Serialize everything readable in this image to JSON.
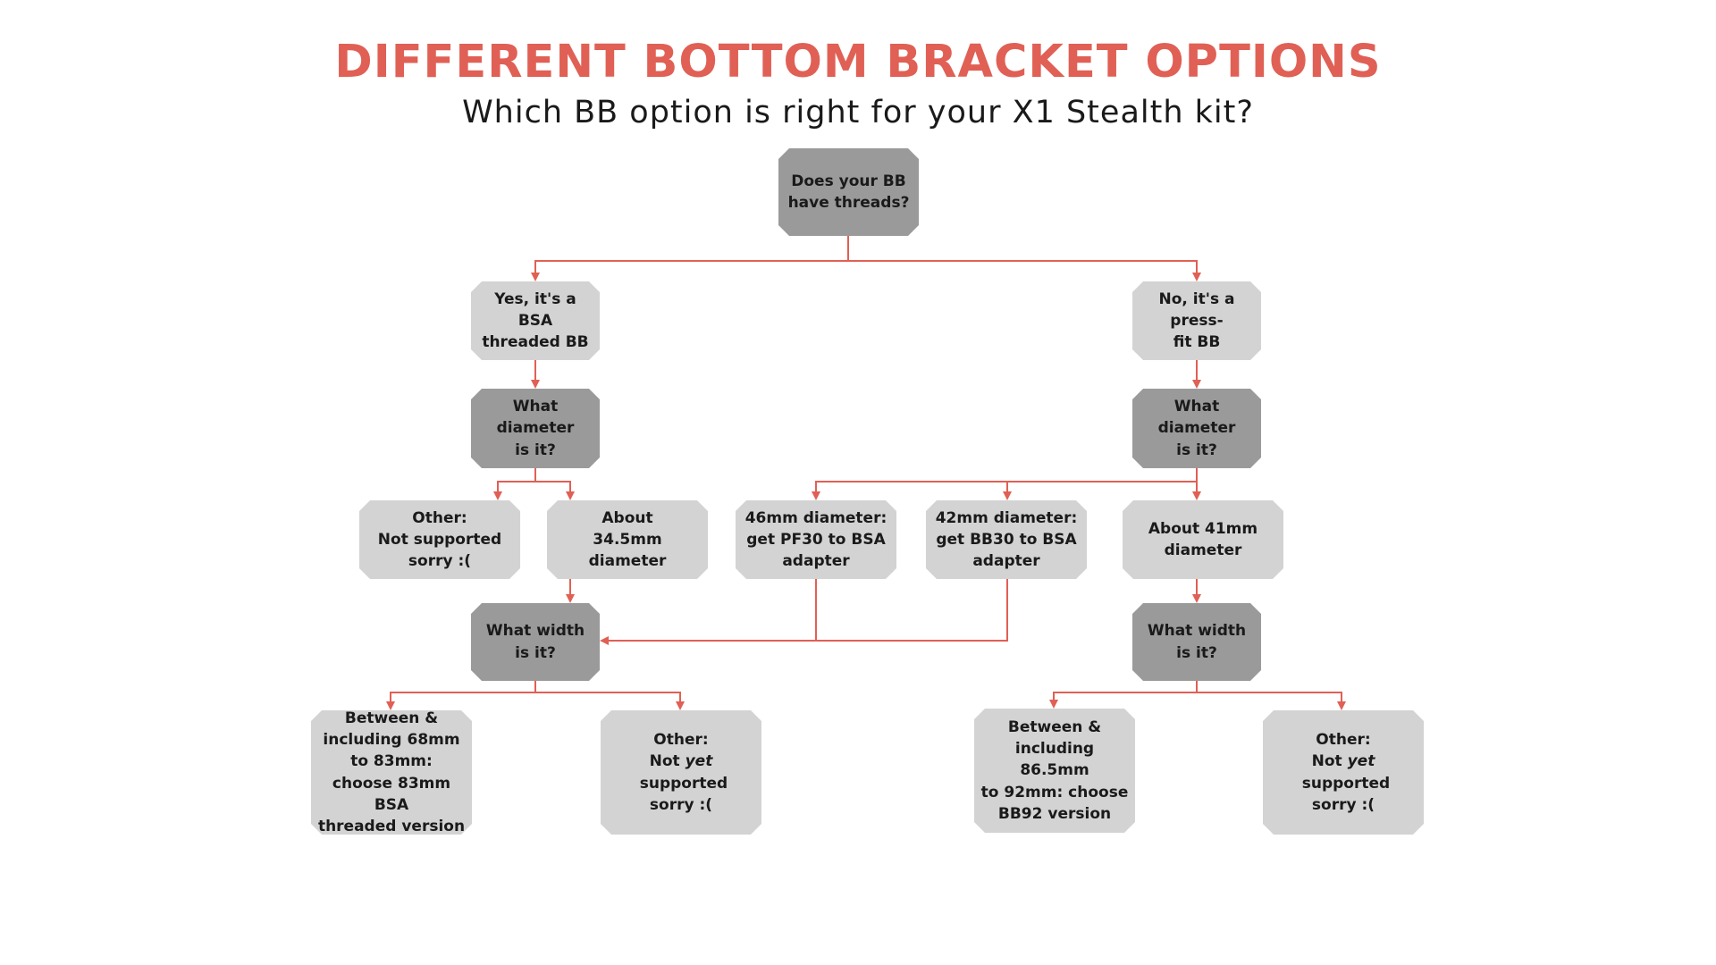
{
  "title": "DIFFERENT BOTTOM BRACKET OPTIONS",
  "subtitle": "Which BB option is right for your X1 Stealth kit?",
  "colors": {
    "accent": "#e06055",
    "question_fill": "#9a9a9a",
    "answer_fill": "#d3d3d3",
    "text": "#1a1a1a"
  },
  "nodes": {
    "root": "Does your BB\nhave threads?",
    "yes_bsa": "Yes, it's a BSA\nthreaded BB",
    "no_pressfit": "No, it's a press-\nfit BB",
    "diameter_left": "What diameter\nis it?",
    "diameter_right": "What diameter\nis it?",
    "other_left": "Other:\nNot supported\nsorry :(",
    "about_345": "About\n34.5mm\ndiameter",
    "pf30": "46mm diameter:\nget PF30 to BSA\nadapter",
    "bb30": "42mm diameter:\nget BB30 to BSA\nadapter",
    "about_41": "About 41mm\ndiameter",
    "width_left": "What width\nis it?",
    "width_right": "What width\nis it?",
    "bsa_83": "Between &\nincluding 68mm\nto 83mm:\nchoose 83mm BSA\nthreaded version",
    "other_yet_left": {
      "before": "Not ",
      "emph": "yet",
      "after": " supported",
      "line1": "Other:",
      "line3": "sorry :("
    },
    "bb92": "Between &\nincluding 86.5mm\nto 92mm: choose\nBB92 version",
    "other_yet_right": {
      "before": "Not ",
      "emph": "yet",
      "after": " supported",
      "line1": "Other:",
      "line3": "sorry :("
    }
  }
}
